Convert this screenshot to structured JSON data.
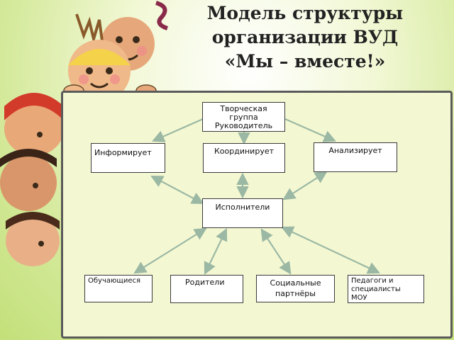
{
  "slide": {
    "title_lines": [
      "Модель структуры",
      "организации ВУД",
      "«Мы – вместе!»"
    ]
  },
  "diagram": {
    "leader": {
      "line1": "Творческая",
      "line2": "группа",
      "line3": "Руководитель"
    },
    "informs": "Информирует",
    "coordinates": "Координирует",
    "analyzes": "Анализирует",
    "executors": "Исполнители",
    "students": "Обучающиеся",
    "parents": "Родители",
    "partners": {
      "line1": "Социальные",
      "line2": "партнёры"
    },
    "teachers": {
      "line1": "Педагоги и",
      "line2": "специалисты",
      "line3": "МОУ"
    }
  },
  "colors": {
    "arrow": "#9bb8a4",
    "panel": "#f4f8d2",
    "border": "#5a5a5a"
  }
}
